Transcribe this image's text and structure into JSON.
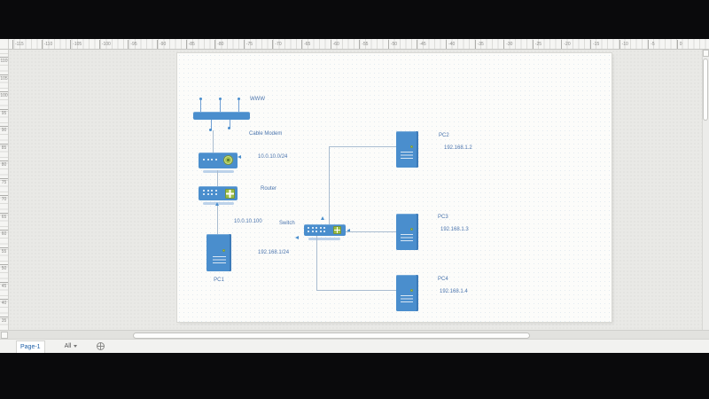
{
  "window": {
    "bottom_bar": {
      "page_tab": "Page-1",
      "view_filter": "All",
      "add_page_icon": "plus-circle-icon"
    }
  },
  "rulers": {
    "horizontal_ticks": [
      "-115",
      "-110",
      "-105",
      "-100",
      "-95",
      "-90",
      "-85",
      "-80",
      "-75",
      "-70",
      "-65",
      "-60",
      "-55",
      "-50",
      "-45",
      "-40",
      "-35",
      "-30",
      "-25",
      "-20",
      "-15",
      "-10",
      "-5",
      "0"
    ],
    "vertical_ticks": [
      "110",
      "105",
      "100",
      "95",
      "90",
      "85",
      "80",
      "75",
      "70",
      "65",
      "60",
      "55",
      "50",
      "45",
      "40",
      "35"
    ]
  },
  "diagram": {
    "internet": {
      "label": "WWW"
    },
    "cable_modem": {
      "label": "Cable Modem",
      "subnet": "10.0.10.0/24"
    },
    "router": {
      "label": "Router",
      "ip": "10.0.10.100"
    },
    "switch": {
      "label": "Switch",
      "subnet": "192.168.1/24"
    },
    "pc1": {
      "label": "PC1"
    },
    "pc2": {
      "label": "PC2",
      "ip": "192.168.1.2"
    },
    "pc3": {
      "label": "PC3",
      "ip": "192.168.1.3"
    },
    "pc4": {
      "label": "PC4",
      "ip": "192.168.1.4"
    }
  },
  "colors": {
    "shape_blue": "#4a8ecd",
    "accent_green": "#9cbf45",
    "label_blue": "#4a74ad",
    "connector": "#a9bcd0",
    "page_bg": "#fcfcfa",
    "pasteboard": "#e9e9e6",
    "tab_text": "#1e5fa8"
  }
}
